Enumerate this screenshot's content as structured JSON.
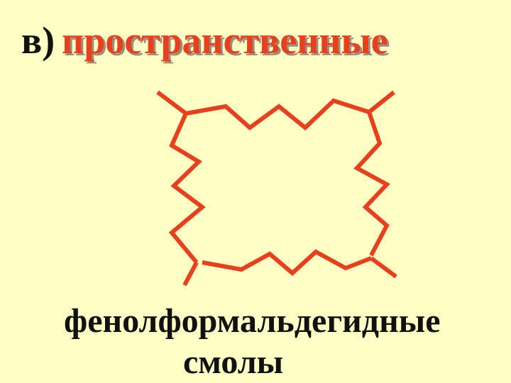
{
  "title": {
    "prefix": "в)",
    "word": "пространственные"
  },
  "caption": {
    "line1": "фенолформальдегидные",
    "line2": "смолы"
  },
  "colors": {
    "background": "#FFFFC5",
    "accent": "#E8401C",
    "text": "#111111"
  }
}
